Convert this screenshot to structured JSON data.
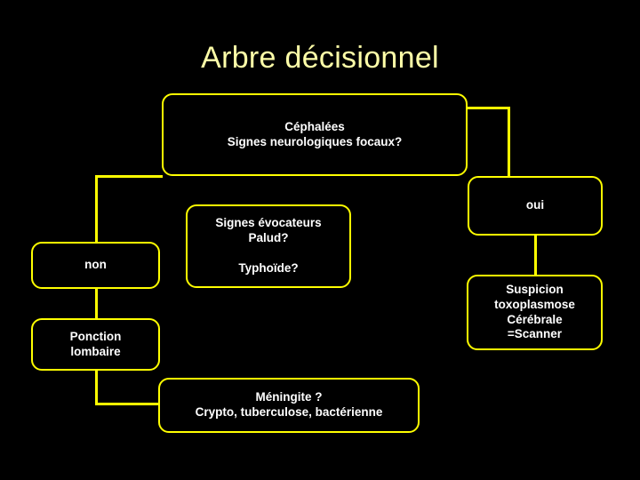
{
  "page": {
    "title": "Arbre décisionnel",
    "background": "#000000",
    "line_color": "#ffff00",
    "title_color": "#ffffa8",
    "node_text_color": "#ffffff"
  },
  "chart_data": {
    "type": "diagram",
    "title": "Arbre décisionnel",
    "nodes": [
      {
        "id": "root",
        "label": "Céphalées\nSignes neurologiques focaux?"
      },
      {
        "id": "oui",
        "label": "oui"
      },
      {
        "id": "signes",
        "label": "Signes évocateurs\nPalud?\n\nTyphoïde?"
      },
      {
        "id": "non",
        "label": "non"
      },
      {
        "id": "toxo",
        "label": "Suspicion\ntoxoplasmose\nCérébrale\n=Scanner"
      },
      {
        "id": "ponction",
        "label": "Ponction\nlombaire"
      },
      {
        "id": "meningite",
        "label": "Méningite ?\nCrypto, tuberculose, bactérienne"
      }
    ],
    "edges": [
      {
        "from": "root",
        "to": "oui"
      },
      {
        "from": "oui",
        "to": "toxo"
      },
      {
        "from": "root",
        "to": "non"
      },
      {
        "from": "non",
        "to": "ponction"
      },
      {
        "from": "ponction",
        "to": "meningite"
      }
    ]
  },
  "nodes": {
    "root": {
      "label": "Céphalées\nSignes neurologiques focaux?"
    },
    "oui": {
      "label": "oui"
    },
    "signes": {
      "label": "Signes évocateurs\nPalud?\n\nTyphoïde?"
    },
    "non": {
      "label": "non"
    },
    "toxo": {
      "label": "Suspicion\ntoxoplasmose\nCérébrale\n=Scanner"
    },
    "ponction": {
      "label": "Ponction\nlombaire"
    },
    "meningite": {
      "label": "Méningite ?\nCrypto, tuberculose, bactérienne"
    }
  }
}
